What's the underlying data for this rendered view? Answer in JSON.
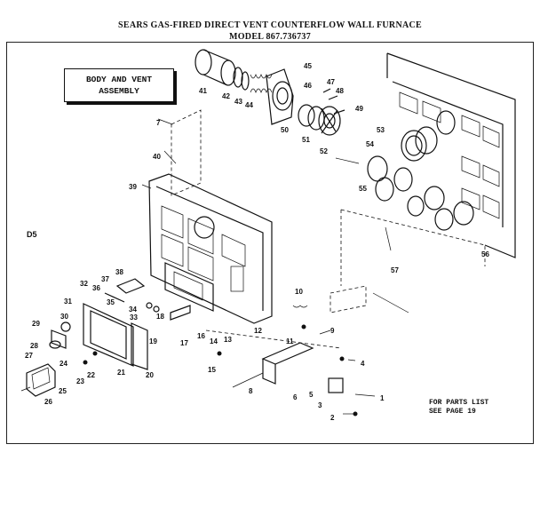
{
  "header": {
    "title_line1": "SEARS GAS-FIRED DIRECT VENT COUNTERFLOW WALL FURNACE",
    "title_line2": "MODEL 867.736737"
  },
  "assembly": {
    "label_line1": "BODY AND VENT",
    "label_line2": "ASSEMBLY"
  },
  "page_code": "D5",
  "note": {
    "line1": "FOR PARTS LIST",
    "line2": "SEE PAGE 19"
  },
  "part_numbers": [
    "41",
    "42",
    "43",
    "44",
    "45",
    "46",
    "47",
    "48",
    "49",
    "50",
    "51",
    "52",
    "53",
    "54",
    "55",
    "56",
    "57",
    "40",
    "39",
    "38",
    "37",
    "36",
    "35",
    "34",
    "33",
    "32",
    "31",
    "30",
    "29",
    "28",
    "27",
    "26",
    "25",
    "24",
    "23",
    "22",
    "21",
    "20",
    "19",
    "18",
    "17",
    "16",
    "15",
    "14",
    "13",
    "12",
    "11",
    "10",
    "9",
    "8",
    "7",
    "6",
    "5",
    "4",
    "3",
    "2",
    "1"
  ],
  "colors": {
    "ink": "#111111",
    "paper": "#ffffff"
  }
}
